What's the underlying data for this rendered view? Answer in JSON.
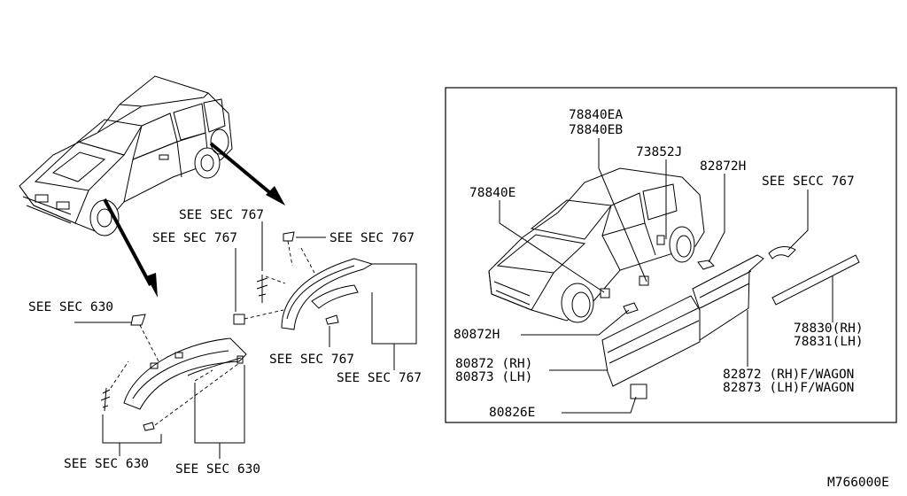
{
  "diagram_id": "M766000E",
  "left_callouts": {
    "sec767_a": "SEE SEC 767",
    "sec767_b": "SEE SEC 767",
    "sec767_c": "SEE SEC 767",
    "sec767_d": "SEE SEC 767",
    "sec767_e": "SEE SEC 767",
    "sec630_a": "SEE SEC 630",
    "sec630_b": "SEE SEC 630",
    "sec630_c": "SEE SEC 630"
  },
  "inset_callouts": {
    "p78840ea": "78840EA",
    "p78840eb": "78840EB",
    "p73852j": "73852J",
    "p82872h": "82872H",
    "seecc767": "SEE SECC 767",
    "p78840e": "78840E",
    "p80872h": "80872H",
    "p80872_rh": "80872 (RH)",
    "p80873_lh": "80873 (LH)",
    "p80826e": "80826E",
    "p78830_rh": "78830(RH)",
    "p78831_lh": "78831(LH)",
    "p82872_rhf": "82872 (RH)F/WAGON",
    "p82873_lhf": "82873 (LH)F/WAGON"
  }
}
